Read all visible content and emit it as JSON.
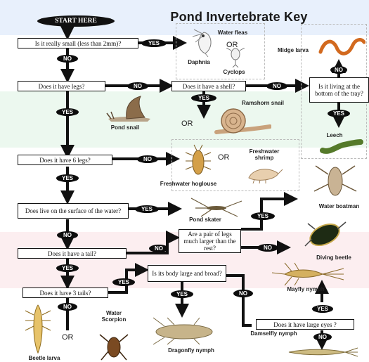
{
  "title": "Pond Invertebrate Key",
  "start": "START HERE",
  "answers": {
    "yes": "YES",
    "no": "NO"
  },
  "or": "OR",
  "questions": {
    "small": "Is it really small (less than 2mm)?",
    "legs": "Does it have legs?",
    "shell": "Does it have a shell?",
    "bottom": "Is it living at the bottom of the tray?",
    "six_legs": "Does it have 6 legs?",
    "surface": "Does live on the surface of the water?",
    "pair_legs": "Are a pair of legs much larger than the rest?",
    "tail": "Does it have a tail?",
    "three_tails": "Does it have 3 tails?",
    "body": "Is its body large and broad?",
    "large_eyes": "Does it have large eyes ?"
  },
  "animals": {
    "water_fleas": "Water fleas",
    "daphnia": "Daphnia",
    "cyclops": "Cyclops",
    "midge_larva": "Midge larva",
    "pond_snail": "Pond snail",
    "ramshorn_snail": "Ramshorn snail",
    "leech": "Leech",
    "freshwater_hoglouse": "Freshwater hoglouse",
    "freshwater_shrimp": "Freshwater shrimp",
    "water_boatman": "Water boatman",
    "pond_skater": "Pond skater",
    "diving_beetle": "Diving beetle",
    "mayfly_nymph": "Mayfly nymph",
    "water_scorpion": "Water Scorpion",
    "beetle_larva": "Beetle larva",
    "dragonfly_nymph": "Dragonfly nymph",
    "damselfly_nymph": "Damselfly nymph"
  }
}
